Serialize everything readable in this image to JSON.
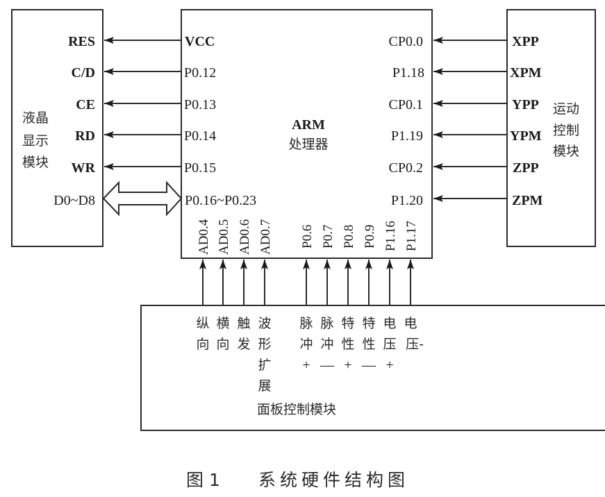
{
  "figure": {
    "caption_number": "图 1",
    "caption_title": "系统硬件结构图"
  },
  "lcd_module": {
    "title_lines": [
      "液晶",
      "显示",
      "模块"
    ],
    "pins": [
      "RES",
      "C/D",
      "CE",
      "RD",
      "WR",
      "D0~D8"
    ]
  },
  "arm_processor": {
    "title": "ARM",
    "subtitle": "处理器",
    "left_pins": [
      "VCC",
      "P0.12",
      "P0.13",
      "P0.14",
      "P0.15",
      "P0.16~P0.23"
    ],
    "right_pins": [
      "CP0.0",
      "P1.18",
      "CP0.1",
      "P1.19",
      "CP0.2",
      "P1.20"
    ],
    "bottom_pins": [
      "AD0.4",
      "AD0.5",
      "AD0.6",
      "AD0.7",
      "P0.6",
      "P0.7",
      "P0.8",
      "P0.9",
      "P1.16",
      "P1.17"
    ]
  },
  "motion_module": {
    "title_lines": [
      "运动",
      "控制",
      "模块"
    ],
    "pins": [
      "XPP",
      "XPM",
      "YPP",
      "YPM",
      "ZPP",
      "ZPM"
    ]
  },
  "panel_module": {
    "title": "面板控制模块",
    "signals": [
      {
        "lines": [
          "纵",
          "向"
        ]
      },
      {
        "lines": [
          "横",
          "向"
        ]
      },
      {
        "lines": [
          "触",
          "发"
        ]
      },
      {
        "lines": [
          "波",
          "形",
          "扩",
          "展"
        ]
      },
      {
        "lines": [
          "脉",
          "冲",
          "+"
        ]
      },
      {
        "lines": [
          "脉",
          "冲",
          "—"
        ]
      },
      {
        "lines": [
          "特",
          "性",
          "+"
        ]
      },
      {
        "lines": [
          "特",
          "性",
          "—"
        ]
      },
      {
        "lines": [
          "电",
          "压",
          "+"
        ]
      },
      {
        "lines": [
          "电",
          "压-"
        ]
      }
    ]
  },
  "connections": {
    "lcd_arm": [
      {
        "from": "VCC",
        "to": "RES",
        "direction": "to-lcd"
      },
      {
        "from": "P0.12",
        "to": "C/D",
        "direction": "to-lcd"
      },
      {
        "from": "P0.13",
        "to": "CE",
        "direction": "to-lcd"
      },
      {
        "from": "P0.14",
        "to": "RD",
        "direction": "to-lcd"
      },
      {
        "from": "P0.15",
        "to": "WR",
        "direction": "to-lcd"
      },
      {
        "from": "P0.16~P0.23",
        "to": "D0~D8",
        "direction": "bidirectional-bus"
      }
    ],
    "motion_arm": [
      {
        "from": "XPP",
        "to": "CP0.0",
        "direction": "to-arm"
      },
      {
        "from": "XPM",
        "to": "P1.18",
        "direction": "to-arm"
      },
      {
        "from": "YPP",
        "to": "CP0.1",
        "direction": "to-arm"
      },
      {
        "from": "YPM",
        "to": "P1.19",
        "direction": "to-arm"
      },
      {
        "from": "ZPP",
        "to": "CP0.2",
        "direction": "to-arm"
      },
      {
        "from": "ZPM",
        "to": "P1.20",
        "direction": "to-arm"
      }
    ],
    "panel_arm_direction": "to-arm"
  }
}
